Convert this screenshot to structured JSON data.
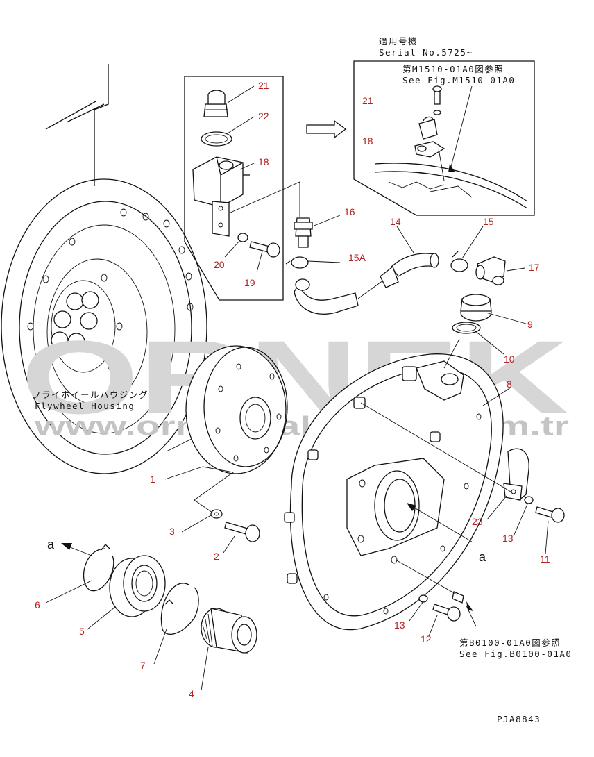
{
  "watermark": {
    "logo": "ORNEK",
    "url": "www.ornekmakinalari.com.tr"
  },
  "notes": {
    "serial_jp": "適用号機",
    "serial_en": "Serial No.5725~",
    "see_top_jp": "第M1510-01A0図参照",
    "see_top_en": "See Fig.M1510-01A0",
    "see_bottom_jp": "第B0100-01A0図参照",
    "see_bottom_en": "See Fig.B0100-01A0",
    "housing_jp": "フライホイールハウジング",
    "housing_en": "Flywheel Housing",
    "figure_code": "PJA8843"
  },
  "pointers": {
    "a_left": "a",
    "a_right": "a"
  },
  "parts": {
    "p1": "1",
    "p2": "2",
    "p3": "3",
    "p4": "4",
    "p5": "5",
    "p6": "6",
    "p7": "7",
    "p8": "8",
    "p9": "9",
    "p10": "10",
    "p11": "11",
    "p12": "12",
    "p13a": "13",
    "p13b": "13",
    "p14": "14",
    "p15": "15",
    "p15a": "15A",
    "p16": "16",
    "p17": "17",
    "p18a": "18",
    "p18b": "18",
    "p19": "19",
    "p20": "20",
    "p21a": "21",
    "p21b": "21",
    "p22": "22",
    "p23": "23"
  },
  "colors": {
    "callout": "#b22222",
    "line": "#111111",
    "watermark": "#d6d6d6"
  }
}
